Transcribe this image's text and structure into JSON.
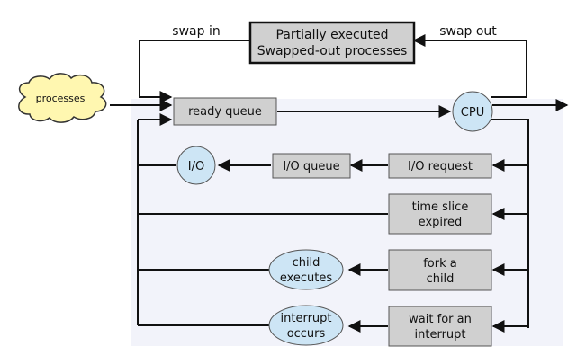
{
  "diagram": {
    "swap_in": "swap in",
    "swap_out": "swap out",
    "swapped_box": [
      "Partially executed",
      "Swapped-out processes"
    ],
    "processes_cloud": "processes",
    "ready_queue": "ready queue",
    "cpu": "CPU",
    "io_circle": "I/O",
    "io_queue": "I/O queue",
    "io_request": "I/O request",
    "time_slice": [
      "time slice",
      "expired"
    ],
    "fork": [
      "fork a",
      "child"
    ],
    "child_executes": [
      "child",
      "executes"
    ],
    "wait_interrupt": [
      "wait for an",
      "interrupt"
    ],
    "interrupt_occurs": [
      "interrupt",
      "occurs"
    ]
  },
  "colors": {
    "panel": "#f2f3fa",
    "box_fill": "#d0d0d0",
    "circle_fill": "#cde5f5",
    "cloud_fill": "#fff7b0",
    "stroke": "#111111"
  }
}
